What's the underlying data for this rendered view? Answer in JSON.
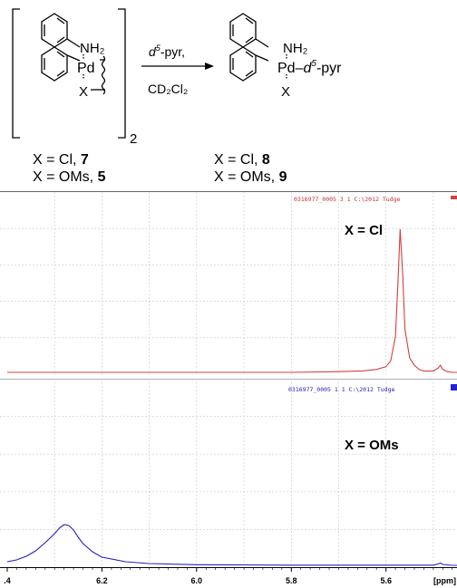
{
  "scheme": {
    "reactant": {
      "nh2": "NH₂",
      "pd": "Pd",
      "x": "X",
      "subscript": "2",
      "label_cl_prefix": "X = Cl, ",
      "label_cl_num": "7",
      "label_oms_prefix": "X = OMs, ",
      "label_oms_num": "5"
    },
    "reagents": {
      "above_d": "d",
      "above_sup": "5",
      "above_rest": "-pyr,",
      "below": "CD₂Cl₂"
    },
    "product": {
      "nh2": "NH₂",
      "pd": "Pd",
      "ligand_dash": "–",
      "ligand_d": "d",
      "ligand_sup": "5",
      "ligand_rest": "-pyr",
      "x": "X",
      "label_cl_prefix": "X = Cl, ",
      "label_cl_num": "8",
      "label_oms_prefix": "X = OMs, ",
      "label_oms_num": "9"
    }
  },
  "chart_data": {
    "type": "line",
    "xlabel": "[ppm]",
    "x_axis": {
      "reversed": true,
      "xlim": [
        6.4,
        5.45
      ],
      "ticks": [
        6.4,
        6.2,
        6.0,
        5.8,
        5.6
      ],
      "tick_labels": [
        ".4",
        "6.2",
        "6.0",
        "5.8",
        "5.6"
      ]
    },
    "grid": true,
    "panels": [
      {
        "name": "X = Cl",
        "color": "#d04040",
        "header": "0316977_0005  3  1  C:\\2012  Tudge",
        "baseline_x": [
          6.4,
          6.3,
          6.2,
          6.1,
          6.0,
          5.9,
          5.8,
          5.7,
          5.65,
          5.62,
          5.6,
          5.59,
          5.58,
          5.575,
          5.57,
          5.565,
          5.56,
          5.55,
          5.54,
          5.53,
          5.52,
          5.51,
          5.5,
          5.49,
          5.485,
          5.48,
          5.47,
          5.46,
          5.45
        ],
        "y": [
          0.0,
          0.0,
          0.0,
          0.0,
          0.0,
          0.0,
          0.0,
          0.005,
          0.01,
          0.02,
          0.04,
          0.08,
          0.25,
          0.6,
          1.0,
          0.7,
          0.3,
          0.1,
          0.05,
          0.02,
          0.01,
          0.008,
          0.01,
          0.03,
          0.05,
          0.02,
          0.005,
          0.0,
          0.0
        ]
      },
      {
        "name": "X = OMs",
        "color": "#2323b8",
        "header": "0316977_0005  1  1  C:\\2012  Tudge",
        "baseline_x": [
          6.4,
          6.38,
          6.36,
          6.34,
          6.32,
          6.3,
          6.29,
          6.28,
          6.27,
          6.26,
          6.25,
          6.24,
          6.22,
          6.2,
          6.15,
          6.1,
          6.0,
          5.9,
          5.8,
          5.7,
          5.6,
          5.5,
          5.49,
          5.485,
          5.48,
          5.46,
          5.45
        ],
        "y": [
          0.08,
          0.12,
          0.2,
          0.32,
          0.5,
          0.7,
          0.82,
          0.9,
          0.88,
          0.78,
          0.62,
          0.48,
          0.3,
          0.18,
          0.08,
          0.04,
          0.015,
          0.01,
          0.005,
          0.005,
          0.005,
          0.005,
          0.03,
          0.05,
          0.02,
          0.0,
          0.0
        ]
      }
    ]
  }
}
